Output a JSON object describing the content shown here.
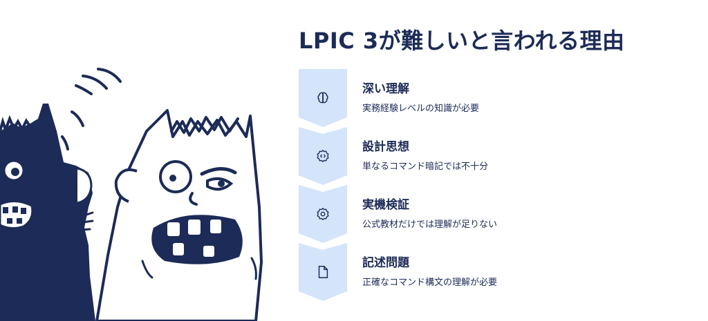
{
  "title": "LPIC 3が難しいと言われる理由",
  "colors": {
    "navy": "#1c2b57",
    "chevron_fill": "#d3e4fb",
    "icon_stroke": "#1c2b57"
  },
  "steps": [
    {
      "title": "深い理解",
      "description": "実務経験レベルの知識が必要",
      "icon": "brain-icon"
    },
    {
      "title": "設計思想",
      "description": "単なるコマンド暗記では不十分",
      "icon": "code-gear-icon"
    },
    {
      "title": "実機検証",
      "description": "公式教材だけでは理解が足りない",
      "icon": "gear-icon"
    },
    {
      "title": "記述問題",
      "description": "正確なコマンド構文の理解が必要",
      "icon": "document-icon"
    }
  ]
}
